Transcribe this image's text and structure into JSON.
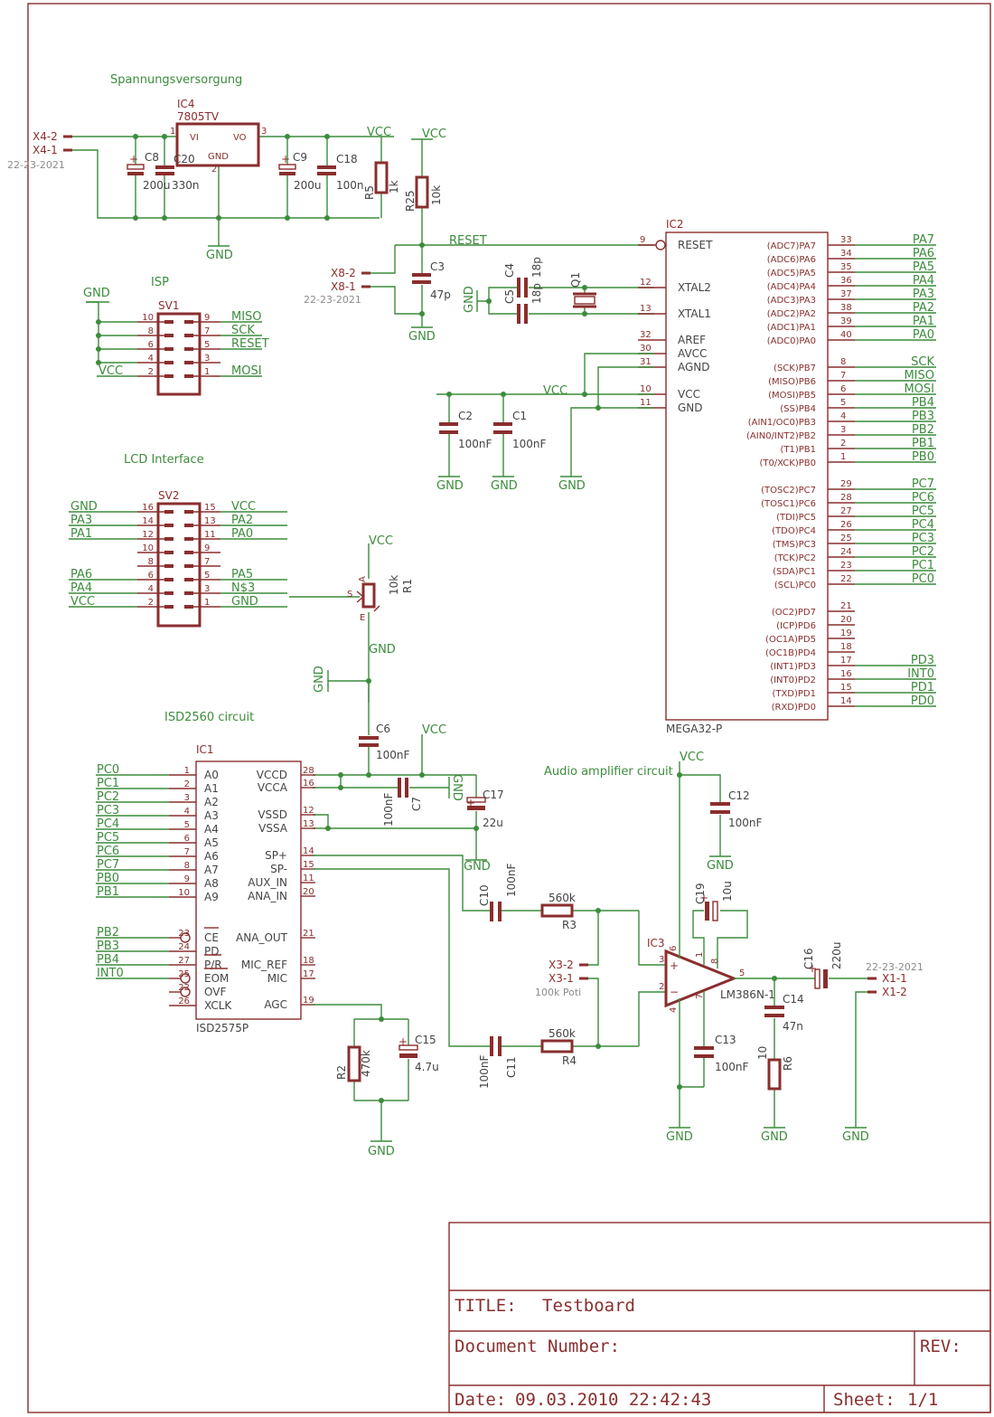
{
  "sections": {
    "power": "Spannungsversorgung",
    "isp": "ISP",
    "lcd": "LCD Interface",
    "isd": "ISD2560 circuit",
    "audio": "Audio amplifier circuit"
  },
  "nets": {
    "vcc": "VCC",
    "gnd": "GND",
    "reset": "RESET"
  },
  "components": {
    "ic4": {
      "name": "IC4",
      "value": "7805TV",
      "vi": "VI",
      "vo": "VO",
      "gnd": "GND"
    },
    "ic2": {
      "name": "IC2",
      "value": "MEGA32-P"
    },
    "ic1": {
      "name": "IC1",
      "value": "ISD2575P"
    },
    "ic3": {
      "name": "IC3",
      "value": "LM386N-1"
    },
    "sv1": "SV1",
    "sv2": "SV2",
    "c8": "C8",
    "c8v": "200u",
    "c20": "C20",
    "c20v": "330n",
    "c9": "C9",
    "c9v": "200u",
    "c18": "C18",
    "c18v": "100n",
    "r5": "R5",
    "r5v": "1k",
    "r25": "R25",
    "r25v": "10k",
    "c3": "C3",
    "c3v": "47p",
    "c4": "C4",
    "c4v": "18p",
    "c5": "C5",
    "c5v": "18p",
    "q1": "Q1",
    "c2": "C2",
    "c2v": "100nF",
    "c1": "C1",
    "c1v": "100nF",
    "r1": "R1",
    "r1v": "10k",
    "c6": "C6",
    "c6v": "100nF",
    "c7": "C7",
    "c7v": "100nF",
    "c17": "C17",
    "c17v": "22u",
    "c12": "C12",
    "c12v": "100nF",
    "c10": "C10",
    "c10v": "100nF",
    "c11": "C11",
    "c11v": "100nF",
    "r3": "R3",
    "r3v": "560k",
    "r4": "R4",
    "r4v": "560k",
    "c19": "C19",
    "c19v": "10u",
    "c16": "C16",
    "c16v": "220u",
    "c14": "C14",
    "c14v": "47n",
    "c13": "C13",
    "c13v": "100nF",
    "r6": "R6",
    "r6v": "10",
    "r2": "R2",
    "r2v": "470k",
    "c15": "C15",
    "c15v": "4.7u",
    "poti": "100k Poti"
  },
  "connectors": {
    "x4": {
      "p2": "X4-2",
      "p1": "X4-1",
      "type": "22-23-2021"
    },
    "x8": {
      "p2": "X8-2",
      "p1": "X8-1",
      "type": "22-23-2021"
    },
    "x3": {
      "p2": "X3-2",
      "p1": "X3-1"
    },
    "x1": {
      "p1": "X1-1",
      "p2": "X1-2",
      "type": "22-23-2021"
    }
  },
  "isp_rows": [
    {
      "left": "",
      "lpin": "10",
      "rpin": "9",
      "right": "MISO"
    },
    {
      "left": "",
      "lpin": "8",
      "rpin": "7",
      "right": "SCK"
    },
    {
      "left": "",
      "lpin": "6",
      "rpin": "5",
      "right": "RESET"
    },
    {
      "left": "",
      "lpin": "4",
      "rpin": "3",
      "right": ""
    },
    {
      "left": "VCC",
      "lpin": "2",
      "rpin": "1",
      "right": "MOSI"
    }
  ],
  "lcd_rows": [
    {
      "left": "GND",
      "lpin": "16",
      "rpin": "15",
      "right": "VCC"
    },
    {
      "left": "PA3",
      "lpin": "14",
      "rpin": "13",
      "right": "PA2"
    },
    {
      "left": "PA1",
      "lpin": "12",
      "rpin": "11",
      "right": "PA0"
    },
    {
      "left": "",
      "lpin": "10",
      "rpin": "9",
      "right": ""
    },
    {
      "left": "",
      "lpin": "8",
      "rpin": "7",
      "right": ""
    },
    {
      "left": "PA6",
      "lpin": "6",
      "rpin": "5",
      "right": "PA5"
    },
    {
      "left": "PA4",
      "lpin": "4",
      "rpin": "3",
      "right": "N$3"
    },
    {
      "left": "VCC",
      "lpin": "2",
      "rpin": "1",
      "right": "GND"
    }
  ],
  "ic2_left": [
    {
      "pin": "9",
      "name": "RESET"
    },
    {
      "pin": "12",
      "name": "XTAL2"
    },
    {
      "pin": "13",
      "name": "XTAL1"
    },
    {
      "pin": "32",
      "name": "AREF"
    },
    {
      "pin": "30",
      "name": "AVCC"
    },
    {
      "pin": "31",
      "name": "AGND"
    },
    {
      "pin": "10",
      "name": "VCC"
    },
    {
      "pin": "11",
      "name": "GND"
    }
  ],
  "ic2_right": [
    {
      "fn": "(ADC7)PA7",
      "pin": "33",
      "net": "PA7"
    },
    {
      "fn": "(ADC6)PA6",
      "pin": "34",
      "net": "PA6"
    },
    {
      "fn": "(ADC5)PA5",
      "pin": "35",
      "net": "PA5"
    },
    {
      "fn": "(ADC4)PA4",
      "pin": "36",
      "net": "PA4"
    },
    {
      "fn": "(ADC3)PA3",
      "pin": "37",
      "net": "PA3"
    },
    {
      "fn": "(ADC2)PA2",
      "pin": "38",
      "net": "PA2"
    },
    {
      "fn": "(ADC1)PA1",
      "pin": "39",
      "net": "PA1"
    },
    {
      "fn": "(ADC0)PA0",
      "pin": "40",
      "net": "PA0"
    },
    {
      "fn": "(SCK)PB7",
      "pin": "8",
      "net": "SCK"
    },
    {
      "fn": "(MISO)PB6",
      "pin": "7",
      "net": "MISO"
    },
    {
      "fn": "(MOSI)PB5",
      "pin": "6",
      "net": "MOSI"
    },
    {
      "fn": "(SS)PB4",
      "pin": "5",
      "net": "PB4"
    },
    {
      "fn": "(AIN1/OC0)PB3",
      "pin": "4",
      "net": "PB3"
    },
    {
      "fn": "(AIN0/INT2)PB2",
      "pin": "3",
      "net": "PB2"
    },
    {
      "fn": "(T1)PB1",
      "pin": "2",
      "net": "PB1"
    },
    {
      "fn": "(T0/XCK)PB0",
      "pin": "1",
      "net": "PB0"
    },
    {
      "fn": "(TOSC2)PC7",
      "pin": "29",
      "net": "PC7"
    },
    {
      "fn": "(TOSC1)PC6",
      "pin": "28",
      "net": "PC6"
    },
    {
      "fn": "(TDI)PC5",
      "pin": "27",
      "net": "PC5"
    },
    {
      "fn": "(TDO)PC4",
      "pin": "26",
      "net": "PC4"
    },
    {
      "fn": "(TMS)PC3",
      "pin": "25",
      "net": "PC3"
    },
    {
      "fn": "(TCK)PC2",
      "pin": "24",
      "net": "PC2"
    },
    {
      "fn": "(SDA)PC1",
      "pin": "23",
      "net": "PC1"
    },
    {
      "fn": "(SCL)PC0",
      "pin": "22",
      "net": "PC0"
    },
    {
      "fn": "(OC2)PD7",
      "pin": "21",
      "net": ""
    },
    {
      "fn": "(ICP)PD6",
      "pin": "20",
      "net": ""
    },
    {
      "fn": "(OC1A)PD5",
      "pin": "19",
      "net": ""
    },
    {
      "fn": "(OC1B)PD4",
      "pin": "18",
      "net": ""
    },
    {
      "fn": "(INT1)PD3",
      "pin": "17",
      "net": "PD3"
    },
    {
      "fn": "(INT0)PD2",
      "pin": "16",
      "net": "INT0"
    },
    {
      "fn": "(TXD)PD1",
      "pin": "15",
      "net": "PD1"
    },
    {
      "fn": "(RXD)PD0",
      "pin": "14",
      "net": "PD0"
    }
  ],
  "ic1_left": [
    {
      "net": "PC0",
      "pin": "1",
      "name": "A0"
    },
    {
      "net": "PC1",
      "pin": "2",
      "name": "A1"
    },
    {
      "net": "PC2",
      "pin": "3",
      "name": "A2"
    },
    {
      "net": "PC3",
      "pin": "4",
      "name": "A3"
    },
    {
      "net": "PC4",
      "pin": "5",
      "name": "A4"
    },
    {
      "net": "PC5",
      "pin": "6",
      "name": "A5"
    },
    {
      "net": "PC6",
      "pin": "7",
      "name": "A6"
    },
    {
      "net": "PC7",
      "pin": "8",
      "name": "A7"
    },
    {
      "net": "PB0",
      "pin": "9",
      "name": "A8"
    },
    {
      "net": "PB1",
      "pin": "10",
      "name": "A9"
    }
  ],
  "ic1_left2": [
    {
      "net": "PB2",
      "pin": "23",
      "name": "CE"
    },
    {
      "net": "PB3",
      "pin": "24",
      "name": "PD"
    },
    {
      "net": "PB4",
      "pin": "27",
      "name": "P/R"
    },
    {
      "net": "INT0",
      "pin": "25",
      "name": "EOM"
    },
    {
      "net": "",
      "pin": "22",
      "name": "OVF"
    },
    {
      "net": "",
      "pin": "26",
      "name": "XCLK"
    }
  ],
  "ic1_right": [
    {
      "pin": "28",
      "name": "VCCD"
    },
    {
      "pin": "16",
      "name": "VCCA"
    },
    {
      "pin": "12",
      "name": "VSSD"
    },
    {
      "pin": "13",
      "name": "VSSA"
    },
    {
      "pin": "14",
      "name": "SP+"
    },
    {
      "pin": "15",
      "name": "SP-"
    },
    {
      "pin": "11",
      "name": "AUX_IN"
    },
    {
      "pin": "20",
      "name": "ANA_IN"
    },
    {
      "pin": "21",
      "name": "ANA_OUT"
    },
    {
      "pin": "18",
      "name": "MIC_REF"
    },
    {
      "pin": "17",
      "name": "MIC"
    },
    {
      "pin": "19",
      "name": "AGC"
    }
  ],
  "title_block": {
    "title_label": "TITLE:",
    "title": "Testboard",
    "docnum_label": "Document Number:",
    "rev_label": "REV:",
    "date_label": "Date:",
    "date": "09.03.2010 22:42:43",
    "sheet_label": "Sheet:",
    "sheet": "1/1"
  }
}
